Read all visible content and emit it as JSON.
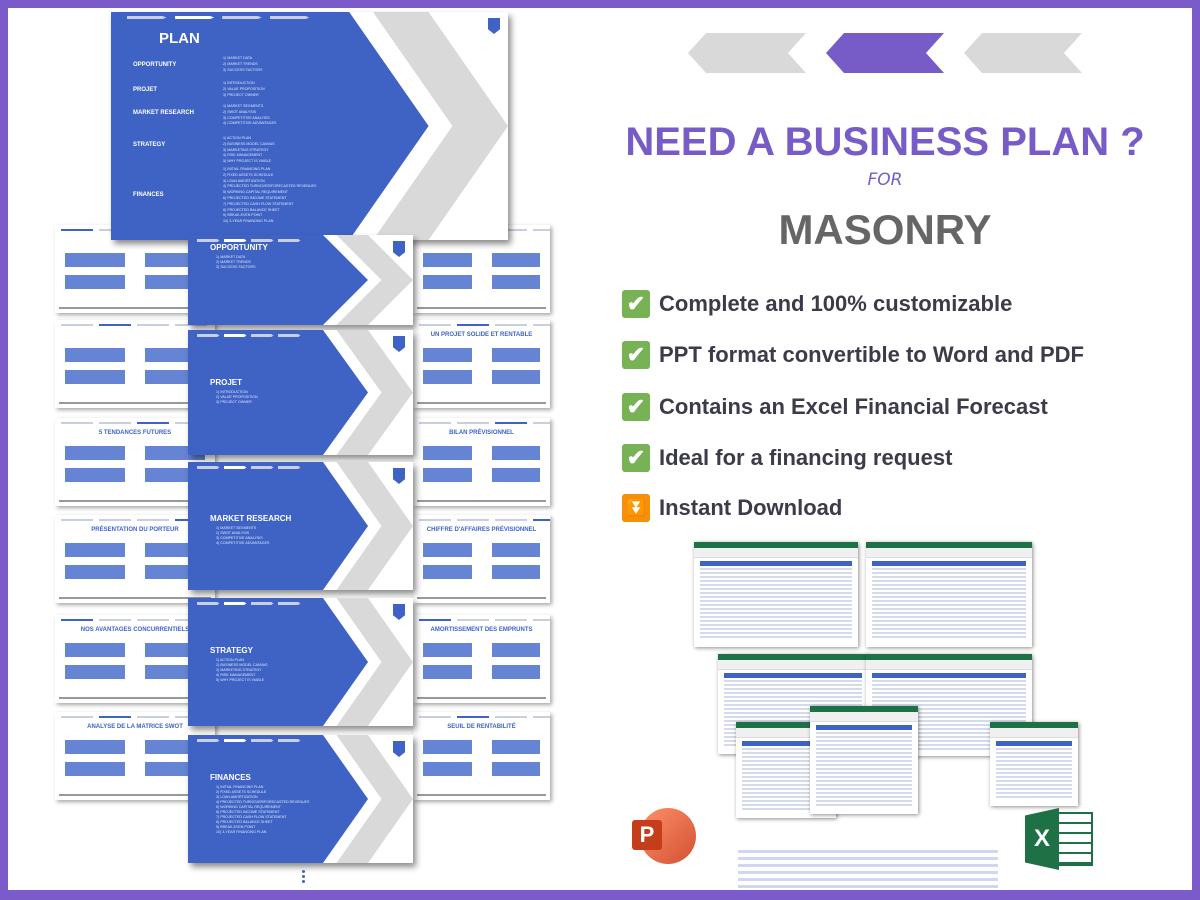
{
  "colors": {
    "accent": "#7b5bc9",
    "slide_blue": "#3e63c4",
    "text_gray": "#666666",
    "check_green": "#77b255",
    "download_orange": "#f4900c"
  },
  "plan_slide": {
    "title": "PLAN",
    "sections": [
      {
        "label": "OPPORTUNITY",
        "items": [
          "1) MARKET DATA",
          "2) MARKET TRENDS",
          "3) SUCCESS FACTORS"
        ]
      },
      {
        "label": "PROJET",
        "items": [
          "1) INTRODUCTION",
          "2) VALUE PROPOSITION",
          "3) PROJECT OWNER"
        ]
      },
      {
        "label": "MARKET RESEARCH",
        "items": [
          "1) MARKET SEGMENTS",
          "2) SWOT ANALYSIS",
          "3) COMPETITIVE ANALYSIS",
          "4) COMPETITIVE ADVANTAGES"
        ]
      },
      {
        "label": "STRATEGY",
        "items": [
          "1) ACTION PLAN",
          "2) BUSINESS MODEL CANVAS",
          "3) MARKETING STRATEGY",
          "4) RISK MANAGEMENT",
          "5) WHY PROJECT IS VIABLE"
        ]
      },
      {
        "label": "FINANCES",
        "items": [
          "1) INITIAL FINANCING PLAN",
          "2) FIXED ASSETS SCHEDULE",
          "3) LOAN AMORTIZATION",
          "4) PROJECTED TURNOVER/FORECASTED REVENUES",
          "5) WORKING CAPITAL REQUIREMENT",
          "6) PROJECTED INCOME STATEMENT",
          "7) PROJECTED CASH FLOW STATEMENT",
          "8) PROJECTED BALANCE SHEET",
          "9) BREAK-EVEN POINT",
          "10) 3-YEAR FINANCING PLAN"
        ]
      }
    ]
  },
  "thumbs_left": [
    "",
    "",
    "5 TENDANCES FUTURES",
    "PRÉSENTATION DU PORTEUR",
    "NOS AVANTAGES CONCURRENTIELS",
    "ANALYSE DE LA MATRICE SWOT"
  ],
  "thumbs_right": [
    "",
    "UN PROJET SOLIDE ET RENTABLE",
    "BILAN PRÉVISIONNEL",
    "CHIFFRE D'AFFAIRES PRÉVISIONNEL",
    "AMORTISSEMENT DES EMPRUNTS",
    "SEUIL DE RENTABILITÉ"
  ],
  "headline": {
    "line1": "NEED A BUSINESS PLAN ?",
    "for": "FOR",
    "subject": "MASONRY"
  },
  "features": [
    {
      "icon": "check-mark-icon",
      "text": "Complete and 100% customizable"
    },
    {
      "icon": "check-mark-icon",
      "text": "PPT format convertible to Word and PDF"
    },
    {
      "icon": "check-mark-icon",
      "text": "Contains an Excel Financial Forecast"
    },
    {
      "icon": "check-mark-icon",
      "text": "Ideal for a financing request"
    },
    {
      "icon": "double-down-arrow-icon",
      "text": "Instant Download"
    }
  ],
  "logos": {
    "powerpoint": "P",
    "excel": "X"
  }
}
